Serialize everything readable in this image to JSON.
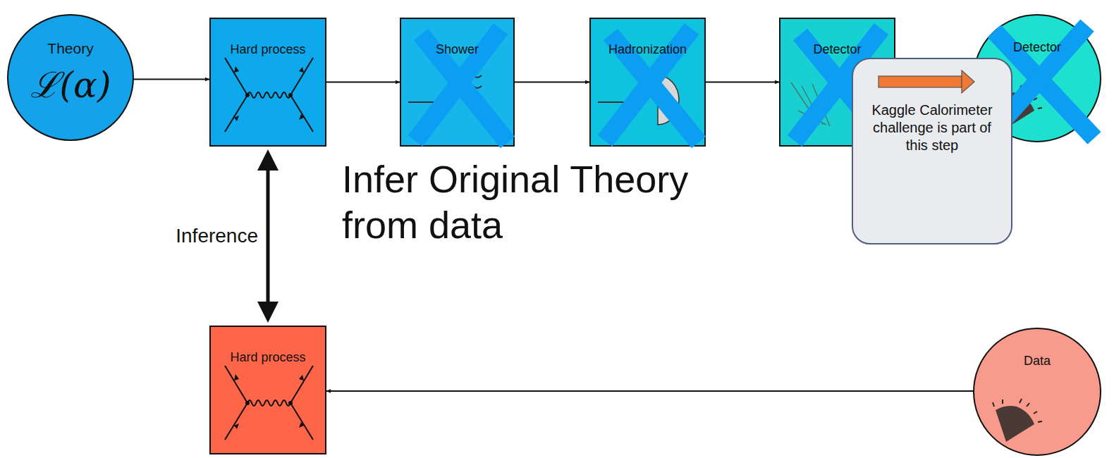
{
  "diagram": {
    "nodes": [
      {
        "text": [
          "Theory",
          "ℒ(α)"
        ]
      },
      {
        "text": [
          "Hard process"
        ]
      },
      {
        "text": [
          "Shower"
        ]
      },
      {
        "text": [
          "Hadronization"
        ]
      },
      {
        "text": [
          "Detector"
        ]
      },
      {
        "text": [
          "Detector"
        ]
      },
      {
        "text": [
          "Kaggle Calorimeter challenge is part of this step"
        ]
      },
      {
        "text": [
          "Hard process"
        ]
      },
      {
        "text": [
          "Data"
        ]
      }
    ],
    "edges": [
      {
        "from": 0,
        "to": 1,
        "arrow": "to"
      },
      {
        "from": 1,
        "to": 2,
        "arrow": "to"
      },
      {
        "from": 2,
        "to": 3,
        "arrow": "to"
      },
      {
        "from": 3,
        "to": 4,
        "arrow": "to"
      },
      {
        "from": 4,
        "to": 5,
        "arrow": "to"
      },
      {
        "from": 1,
        "to": 7,
        "label": "Inference",
        "arrow": "both"
      },
      {
        "from": 8,
        "to": 7,
        "arrow": "to"
      }
    ],
    "labels": [
      "Infer Original Theory from data"
    ]
  }
}
